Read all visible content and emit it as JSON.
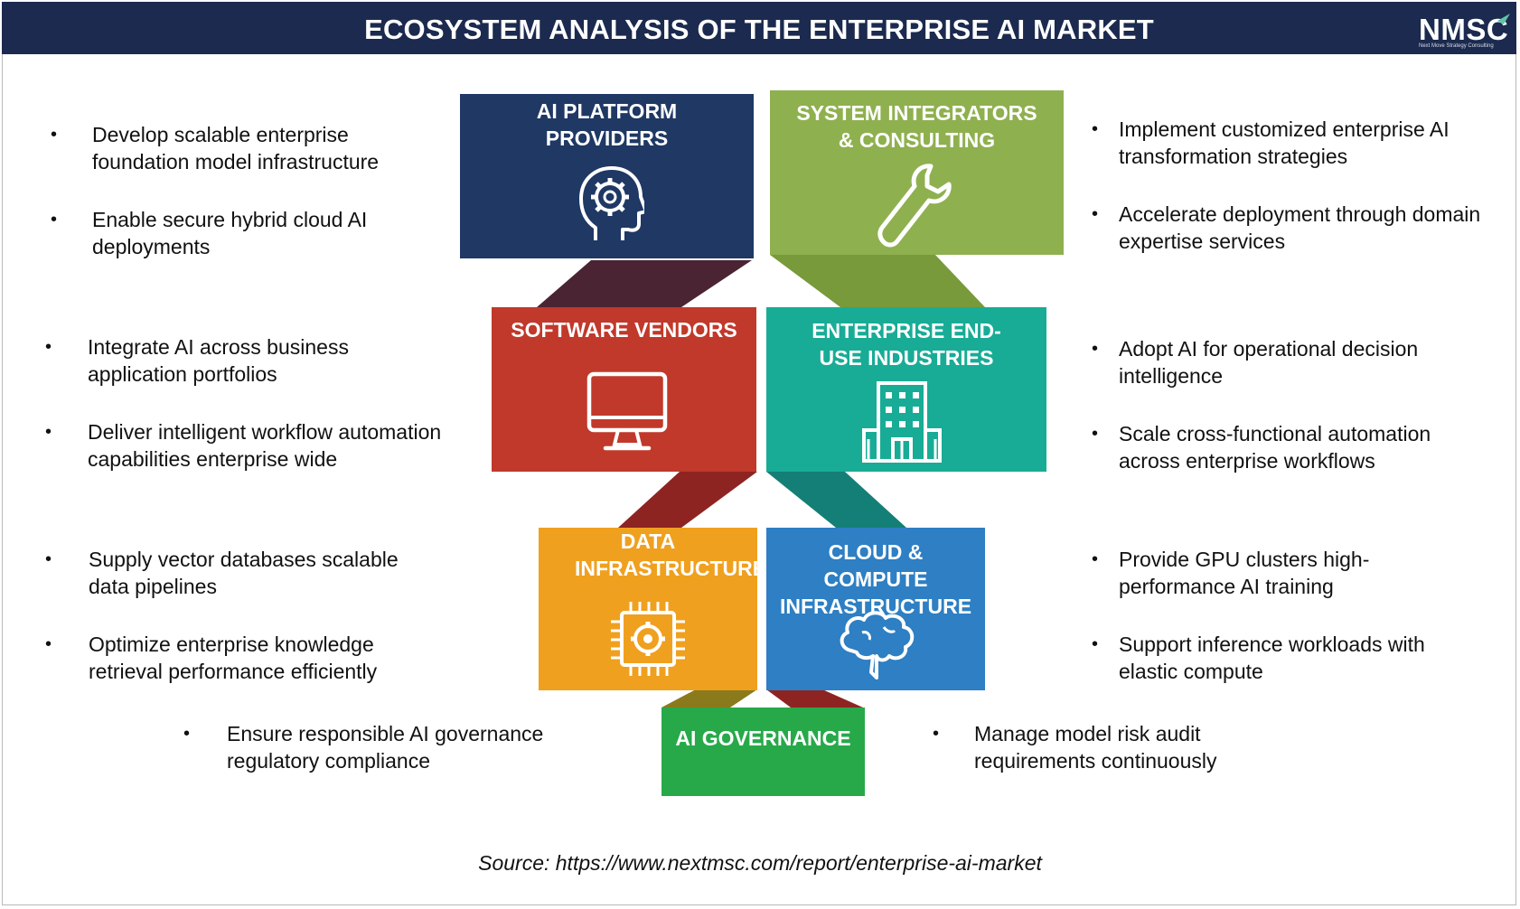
{
  "title": "ECOSYSTEM ANALYSIS OF THE ENTERPRISE AI MARKET",
  "logo": {
    "text": "NMSC",
    "tagline": "Next Move Strategy Consulting"
  },
  "boxes": {
    "ai_platform": {
      "label": "AI PLATFORM PROVIDERS",
      "color": "#1f3864",
      "icon": "head-gear-icon"
    },
    "system_integrators": {
      "label": "SYSTEM INTEGRATORS & CONSULTING",
      "color": "#8fb04f",
      "icon": "wrench-icon"
    },
    "software_vendors": {
      "label": "SOFTWARE VENDORS",
      "color": "#c0392b",
      "icon": "monitor-icon"
    },
    "enterprise_end_use": {
      "label": "ENTERPRISE END-USE INDUSTRIES",
      "color": "#18ac96",
      "icon": "building-icon"
    },
    "data_infrastructure": {
      "label": "DATA INFRASTRUCTURE",
      "color": "#f0a01f",
      "icon": "chip-gear-icon"
    },
    "cloud_compute": {
      "label": "CLOUD & COMPUTE INFRASTRUCTURE",
      "color": "#2e7fc3",
      "icon": "brain-cloud-icon"
    },
    "ai_governance": {
      "label": "AI GOVERNANCE",
      "color": "#27a94a"
    }
  },
  "bullets": {
    "ai_platform": [
      "Develop scalable enterprise foundation model infrastructure",
      "Enable secure hybrid cloud AI deployments"
    ],
    "system_integrators": [
      "Implement customized enterprise AI transformation strategies",
      "Accelerate deployment through domain expertise services"
    ],
    "software_vendors": [
      "Integrate AI across business application portfolios",
      "Deliver intelligent workflow automation capabilities enterprise wide"
    ],
    "enterprise_end_use": [
      "Adopt AI for operational decision intelligence",
      "Scale cross-functional automation across enterprise workflows"
    ],
    "data_infrastructure": [
      "Supply vector databases scalable data pipelines",
      "Optimize enterprise knowledge retrieval performance efficiently"
    ],
    "cloud_compute": [
      "Provide GPU clusters high-performance AI training",
      "Support inference workloads with elastic compute"
    ],
    "ai_governance": [
      "Ensure responsible AI governance regulatory compliance",
      "Manage model risk audit requirements continuously"
    ]
  },
  "source": "Source: https://www.nextmsc.com/report/enterprise-ai-market"
}
